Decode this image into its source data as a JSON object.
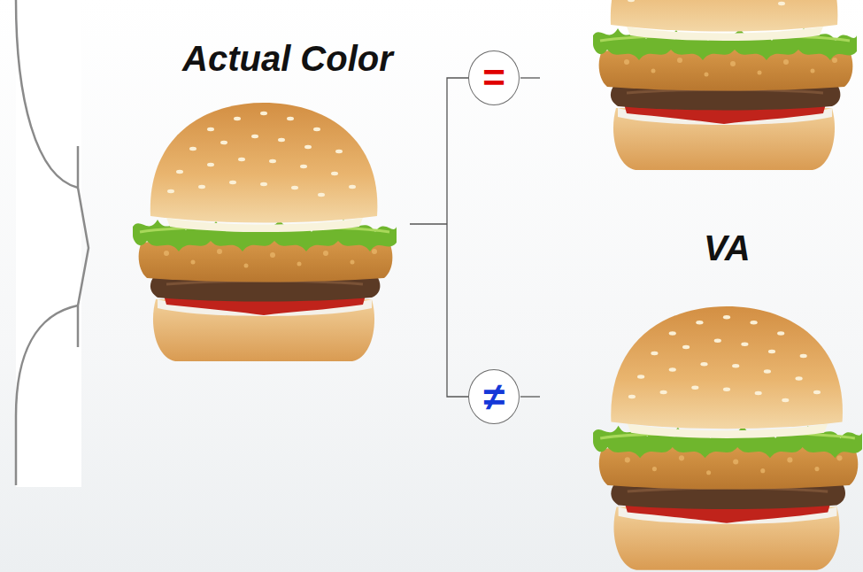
{
  "diagram": {
    "nodes": [
      {
        "text": [
          "="
        ]
      },
      {
        "text": [
          "≠"
        ]
      }
    ],
    "edges": [
      {
        "from": 0,
        "to": 1,
        "arrow": "none"
      }
    ],
    "labels": [
      "Actual Color",
      "VA"
    ]
  }
}
